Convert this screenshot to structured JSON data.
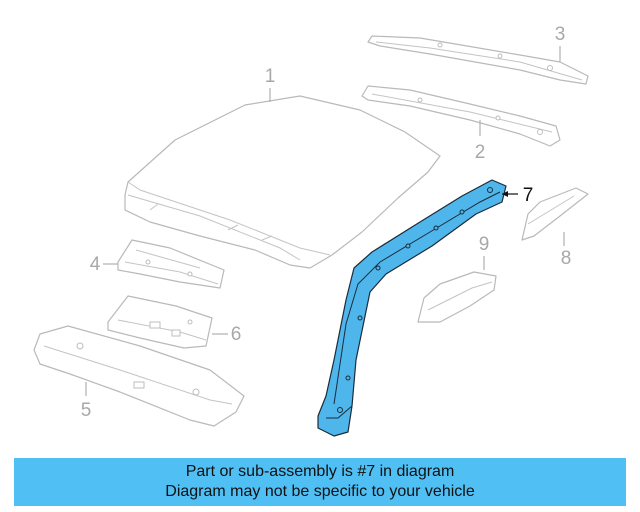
{
  "diagram": {
    "callouts": [
      "1",
      "2",
      "3",
      "4",
      "5",
      "6",
      "7",
      "8",
      "9"
    ],
    "highlight_color": "#4fb6ec",
    "ghost_color": "#b9b9b9"
  },
  "banner": {
    "line1": "Part or sub-assembly is #7 in diagram",
    "line2": "Diagram may not be specific to your vehicle",
    "background": "#4fbff4"
  }
}
